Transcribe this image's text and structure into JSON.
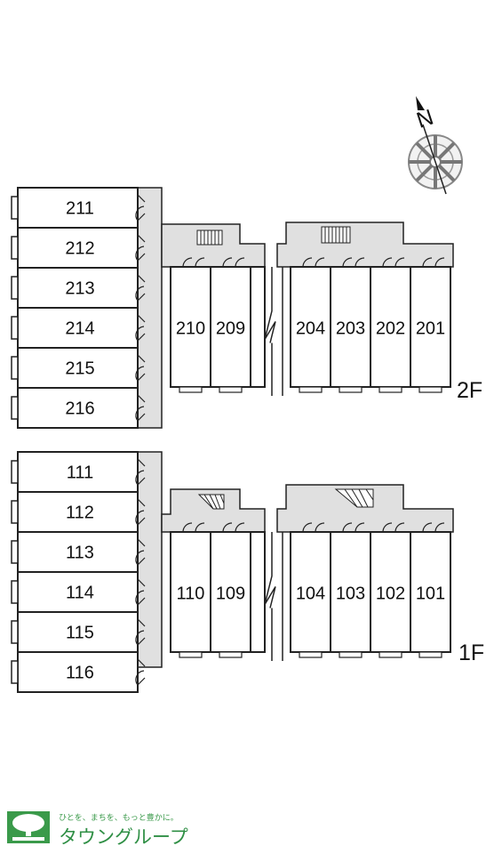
{
  "floor_labels": {
    "second": "2F",
    "first": "1F"
  },
  "compass": {
    "label": "N",
    "icon": "north-arrow-compass-icon"
  },
  "units_2f": {
    "left": [
      "211",
      "212",
      "213",
      "214",
      "215",
      "216"
    ],
    "right_west": [
      "210",
      "209"
    ],
    "right_east": [
      "204",
      "203",
      "202",
      "201"
    ]
  },
  "units_1f": {
    "left": [
      "111",
      "112",
      "113",
      "114",
      "115",
      "116"
    ],
    "right_west": [
      "110",
      "109"
    ],
    "right_east": [
      "104",
      "103",
      "102",
      "101"
    ]
  },
  "logo": {
    "tagline": "ひとを、まちを、もっと豊かに。",
    "name": "タウングループ",
    "icon": "town-group-tree-logo-icon"
  },
  "colors": {
    "corridor": "#e0e0e0",
    "line": "#222222",
    "logo": "#3a9a4a"
  }
}
